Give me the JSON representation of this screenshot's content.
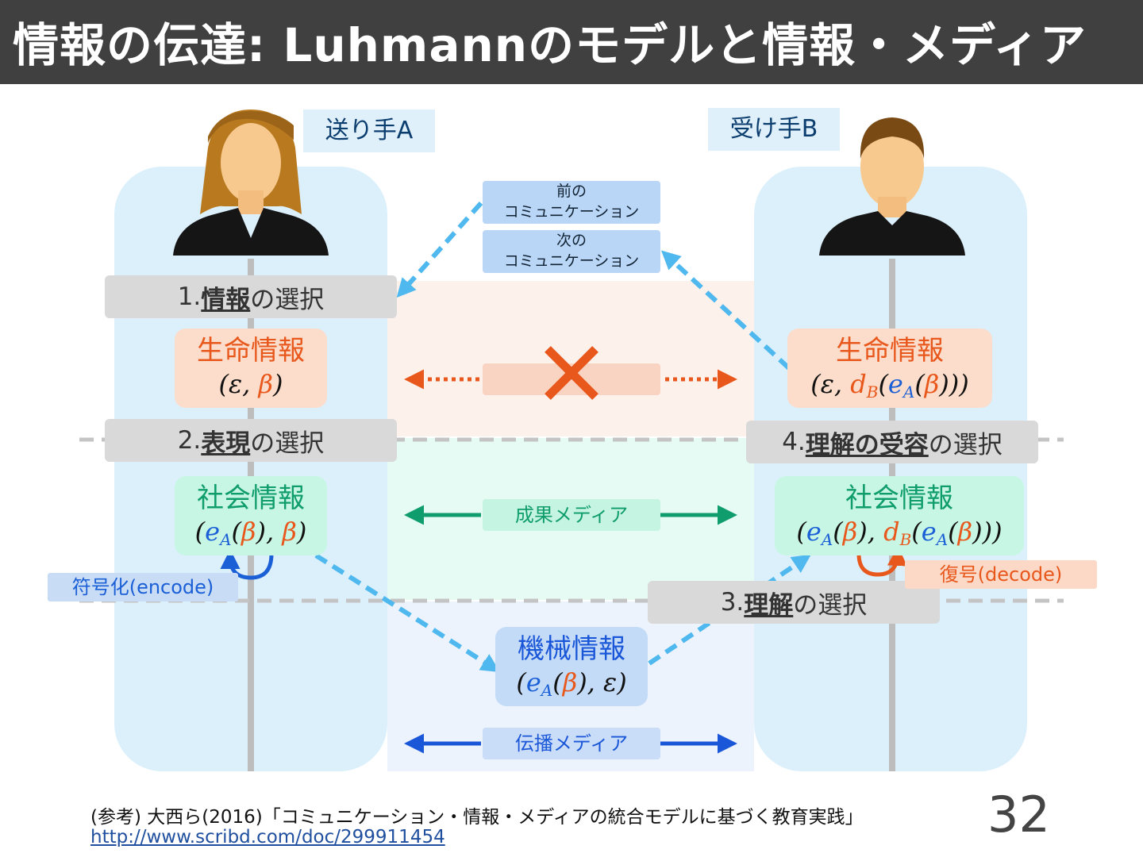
{
  "title": "情報の伝達: Luhmannのモデルと情報・メディア",
  "sender_label": "送り手A",
  "receiver_label": "受け手B",
  "prev_comm": [
    "前の",
    "コミュニケーション"
  ],
  "next_comm": [
    "次の",
    "コミュニケーション"
  ],
  "steps": {
    "s1": {
      "num": "1. ",
      "key": "情報",
      "rest": "の選択"
    },
    "s2": {
      "num": "2. ",
      "key": "表現",
      "rest": "の選択"
    },
    "s3": {
      "num": "3. ",
      "key": "理解",
      "rest": "の選択"
    },
    "s4": {
      "num": "4. ",
      "key": "理解の受容",
      "rest": "の選択"
    }
  },
  "life_info_label": "生命情報",
  "social_info_label": "社会情報",
  "machine_info_label": "機械情報",
  "formulas": {
    "a_life": [
      "(ε, ",
      "β",
      ")"
    ],
    "b_life": [
      "(ε, ",
      "d",
      "B",
      "(",
      "e",
      "A",
      "(",
      "β",
      ")))"
    ],
    "a_social": [
      "(",
      "e",
      "A",
      "(",
      "β",
      "), ",
      "β",
      ")"
    ],
    "b_social": [
      "(",
      "e",
      "A",
      "(",
      "β",
      "), ",
      "d",
      "B",
      "(",
      "e",
      "A",
      "(",
      "β",
      ")))"
    ],
    "machine": [
      "(",
      "e",
      "A",
      "(",
      "β",
      "), ε)"
    ]
  },
  "encode_label": "符号化(encode)",
  "decode_label": "復号(decode)",
  "result_media": "成果メディア",
  "transmission_media": "伝播メディア",
  "reference": "(参考) 大西ら(2016)「コミュニケーション・情報・メディアの統合モデルに基づく教育実践」",
  "reference_url": "http://www.scribd.com/doc/299911454",
  "page_number": "32",
  "colors": {
    "title_bg": "#404040",
    "orange": "#e8581c",
    "blue": "#1b5fd6",
    "green": "#0f9d6e",
    "sky": "#4fb8ee",
    "navy": "#1a56d8"
  }
}
